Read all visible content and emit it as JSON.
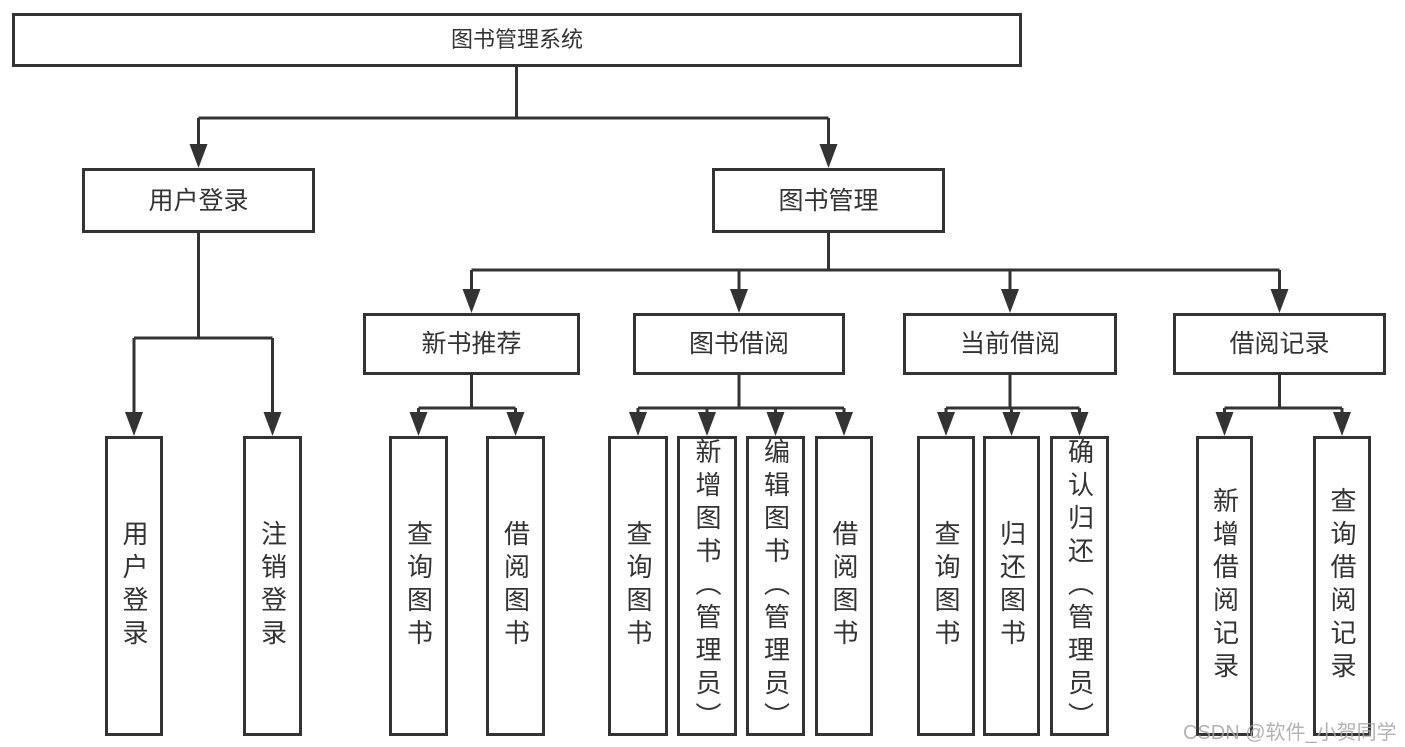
{
  "diagram": {
    "title_node": {
      "label": "图书管理系统"
    },
    "level2": [
      {
        "id": "user-login",
        "label": "用户登录"
      },
      {
        "id": "book-management",
        "label": "图书管理"
      }
    ],
    "level3": [
      {
        "id": "new-book-recommend",
        "label": "新书推荐",
        "parent": "book-management"
      },
      {
        "id": "book-borrowing",
        "label": "图书借阅",
        "parent": "book-management"
      },
      {
        "id": "current-borrowing",
        "label": "当前借阅",
        "parent": "book-management"
      },
      {
        "id": "borrowing-records",
        "label": "借阅记录",
        "parent": "book-management"
      }
    ],
    "leaves": [
      {
        "id": "ul-user-login",
        "label": "用户登录",
        "parent": "user-login"
      },
      {
        "id": "ul-logout",
        "label": "注销登录",
        "parent": "user-login"
      },
      {
        "id": "nb-query-books",
        "label": "查询图书",
        "parent": "new-book-recommend"
      },
      {
        "id": "nb-borrow-books",
        "label": "借阅图书",
        "parent": "new-book-recommend"
      },
      {
        "id": "bb-query-books",
        "label": "查询图书",
        "parent": "book-borrowing"
      },
      {
        "id": "bb-add-books",
        "label": "新增图书（管理员）",
        "parent": "book-borrowing"
      },
      {
        "id": "bb-edit-books",
        "label": "编辑图书（管理员）",
        "parent": "book-borrowing"
      },
      {
        "id": "bb-borrow-books",
        "label": "借阅图书",
        "parent": "book-borrowing"
      },
      {
        "id": "cb-query-books",
        "label": "查询图书",
        "parent": "current-borrowing"
      },
      {
        "id": "cb-return-books",
        "label": "归还图书",
        "parent": "current-borrowing"
      },
      {
        "id": "cb-confirm-return",
        "label": "确认归还（管理员）",
        "parent": "current-borrowing"
      },
      {
        "id": "br-add-record",
        "label": "新增借阅记录",
        "parent": "borrowing-records"
      },
      {
        "id": "br-query-record",
        "label": "查询借阅记录",
        "parent": "borrowing-records"
      }
    ]
  },
  "colors": {
    "line": "#333333",
    "text": "#333333",
    "node_background": "#ffffff",
    "page_background": "#ffffff",
    "watermark": "#a6a6a6"
  },
  "watermark": "CSDN @软件_小贺同学"
}
